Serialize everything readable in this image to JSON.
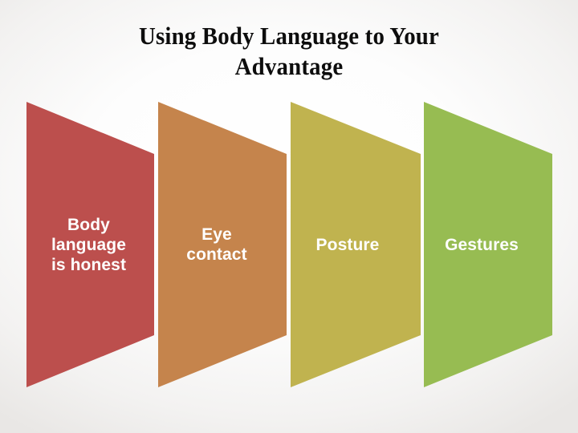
{
  "slide": {
    "title_lines": [
      "Using Body Language to Your",
      "Advantage"
    ],
    "title_full": "Using Body Language to Your Advantage",
    "background_color": "#ffffff",
    "background_edge_color": "#e9e7e5",
    "title_color": "#0d0d0d",
    "label_color": "#ffffff"
  },
  "process": {
    "steps": [
      {
        "index": 1,
        "label": "Body\nlanguage\nis honest",
        "color": "#BC4F4D",
        "shape": "chevron-trapezoid"
      },
      {
        "index": 2,
        "label": "Eye\ncontact",
        "color": "#C5844C",
        "shape": "chevron-trapezoid"
      },
      {
        "index": 3,
        "label": "Posture",
        "color": "#C0B34F",
        "shape": "chevron-trapezoid"
      },
      {
        "index": 4,
        "label": "Gestures",
        "color": "#97BC52",
        "shape": "chevron-trapezoid"
      }
    ]
  }
}
